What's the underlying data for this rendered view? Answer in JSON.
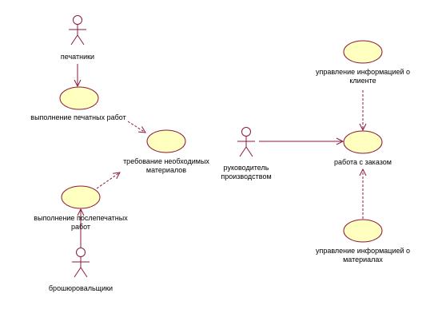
{
  "colors": {
    "line": "#8b1a3c",
    "fill": "#ffffc0",
    "text": "#000000"
  },
  "actors": {
    "printers": "печатники",
    "manager_line1": "руководитель",
    "manager_line2": "производством",
    "binders": "брошюровальщики"
  },
  "use_cases": {
    "printing_work": "выполнение печатных работ",
    "materials_req_line1": "требование необходимых",
    "materials_req_line2": "материалов",
    "postpress_line1": "выполнение послепечатных",
    "postpress_line2": "работ",
    "client_info_line1": "управление информацией о",
    "client_info_line2": "клиенте",
    "order_work": "работа с заказом",
    "material_info_line1": "управление информацией о",
    "material_info_line2": "материалах"
  }
}
